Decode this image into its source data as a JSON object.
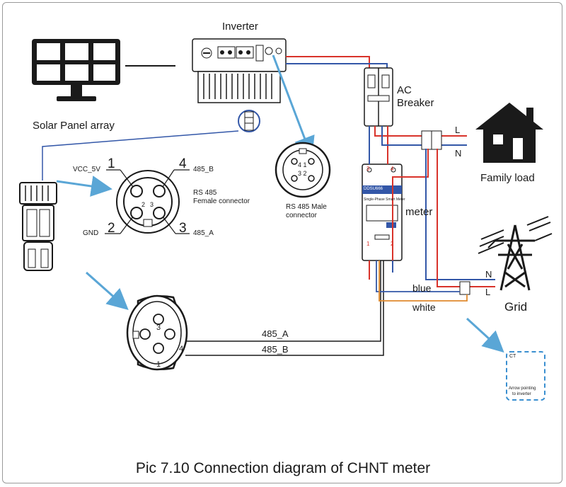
{
  "caption": "Pic 7.10 Connection diagram of CHNT meter",
  "labels": {
    "inverter": "Inverter",
    "solar_panel": "Solar Panel array",
    "ac_breaker_line1": "AC",
    "ac_breaker_line2": "Breaker",
    "meter": "meter",
    "family_load": "Family load",
    "grid": "Grid",
    "blue": "blue",
    "white": "white",
    "L_top": "L",
    "N_top": "N",
    "N_grid": "N",
    "L_grid": "L",
    "rs485_female_line1": "RS 485",
    "rs485_female_line2": "Female connector",
    "rs485_male_line1": "RS 485 Male",
    "rs485_male_line2": "connector",
    "vcc": "VCC_5V",
    "b485": "485_B",
    "gnd": "GND",
    "a485": "485_A",
    "pin1": "1",
    "pin2": "2",
    "pin3": "3",
    "pin4": "4",
    "wire_a": "485_A",
    "wire_b": "485_B",
    "ct": "CT",
    "ct_note_line1": "Arrow pointing",
    "ct_note_line2": "to inverter",
    "meter_brand": "DDSU666",
    "meter_title": "Single-Phase Smart Meter",
    "meter_term3": "3",
    "meter_term4": "4",
    "meter_term1": "1",
    "meter_term2": "2"
  },
  "colors": {
    "live": "#d9332b",
    "neutral": "#3357a8",
    "white_wire": "#e08a2e",
    "arrow": "#5aa6d6",
    "line": "#1a1a1a"
  }
}
